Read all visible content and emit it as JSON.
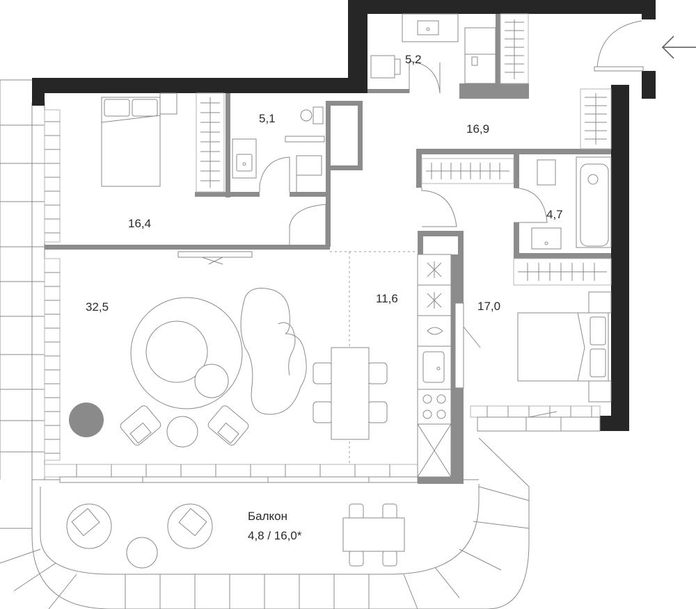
{
  "floor_plan": {
    "rooms": [
      {
        "id": "bedroom-left",
        "area": "16,4"
      },
      {
        "id": "bathroom-small",
        "area": "5,1"
      },
      {
        "id": "bathroom-entry",
        "area": "5,2"
      },
      {
        "id": "hallway",
        "area": "16,9"
      },
      {
        "id": "bathroom-right",
        "area": "4,7"
      },
      {
        "id": "living-room",
        "area": "32,5"
      },
      {
        "id": "kitchen",
        "area": "11,6"
      },
      {
        "id": "bedroom-right",
        "area": "17,0"
      }
    ],
    "balcony": {
      "title": "Балкон",
      "area": "4,8 / 16,0*"
    }
  },
  "icons": {
    "entrance": "arrow-left-icon"
  }
}
